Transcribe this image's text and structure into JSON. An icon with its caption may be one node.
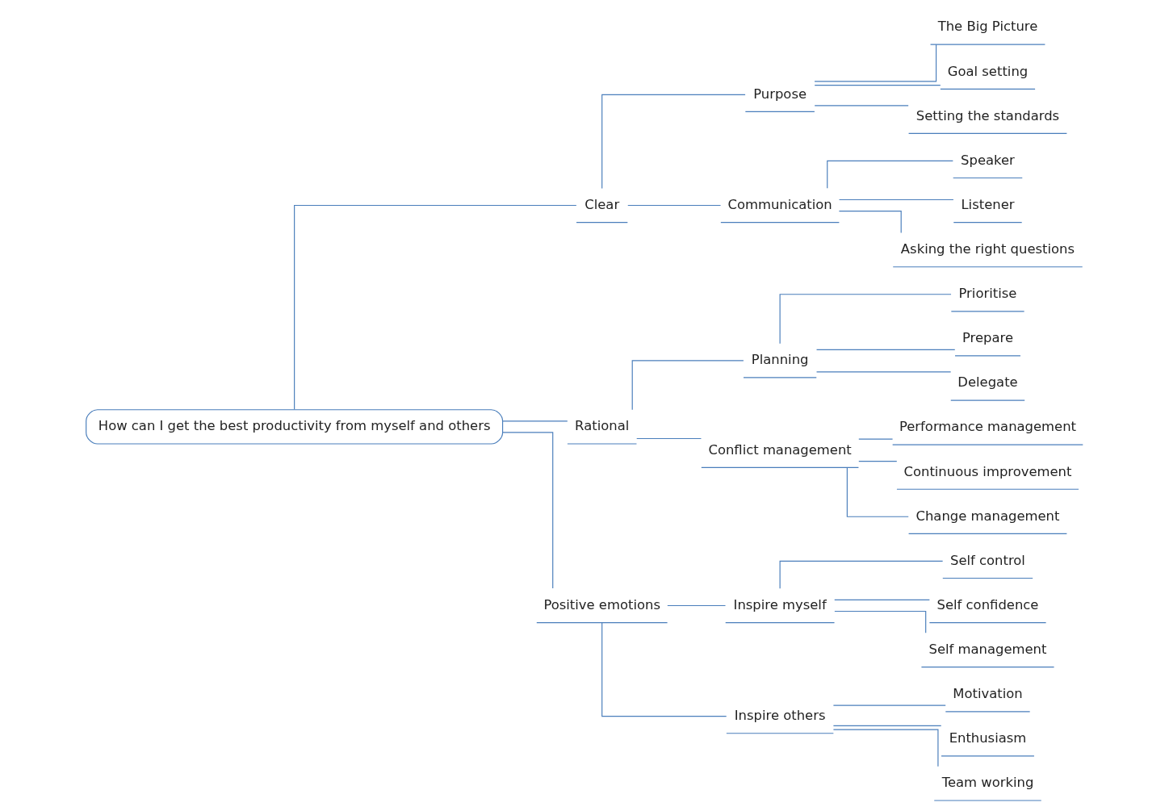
{
  "diagram": {
    "nodes": [
      {
        "text": [
          "How can I get the best productivity from myself and others"
        ]
      },
      {
        "text": [
          "Clear"
        ]
      },
      {
        "text": [
          "Purpose"
        ]
      },
      {
        "text": [
          "The Big Picture"
        ]
      },
      {
        "text": [
          "Goal setting"
        ]
      },
      {
        "text": [
          "Setting the standards"
        ]
      },
      {
        "text": [
          "Communication"
        ]
      },
      {
        "text": [
          "Speaker"
        ]
      },
      {
        "text": [
          "Listener"
        ]
      },
      {
        "text": [
          "Asking the right questions"
        ]
      },
      {
        "text": [
          "Rational"
        ]
      },
      {
        "text": [
          "Planning"
        ]
      },
      {
        "text": [
          "Prioritise"
        ]
      },
      {
        "text": [
          "Prepare"
        ]
      },
      {
        "text": [
          "Delegate"
        ]
      },
      {
        "text": [
          "Conflict management"
        ]
      },
      {
        "text": [
          "Performance management"
        ]
      },
      {
        "text": [
          "Continuous improvement"
        ]
      },
      {
        "text": [
          "Change management"
        ]
      },
      {
        "text": [
          "Positive emotions"
        ]
      },
      {
        "text": [
          "Inspire myself"
        ]
      },
      {
        "text": [
          "Self control"
        ]
      },
      {
        "text": [
          "Self confidence"
        ]
      },
      {
        "text": [
          "Self management"
        ]
      },
      {
        "text": [
          "Inspire others"
        ]
      },
      {
        "text": [
          "Motivation"
        ]
      },
      {
        "text": [
          "Enthusiasm"
        ]
      },
      {
        "text": [
          "Team working"
        ]
      }
    ],
    "edges": [
      {
        "from": 0,
        "to": 1,
        "arrow": "none"
      },
      {
        "from": 1,
        "to": 2,
        "arrow": "none"
      },
      {
        "from": 2,
        "to": 3,
        "arrow": "none"
      },
      {
        "from": 2,
        "to": 4,
        "arrow": "none"
      },
      {
        "from": 2,
        "to": 5,
        "arrow": "none"
      },
      {
        "from": 1,
        "to": 6,
        "arrow": "none"
      },
      {
        "from": 6,
        "to": 7,
        "arrow": "none"
      },
      {
        "from": 6,
        "to": 8,
        "arrow": "none"
      },
      {
        "from": 6,
        "to": 9,
        "arrow": "none"
      },
      {
        "from": 0,
        "to": 10,
        "arrow": "none"
      },
      {
        "from": 10,
        "to": 11,
        "arrow": "none"
      },
      {
        "from": 11,
        "to": 12,
        "arrow": "none"
      },
      {
        "from": 11,
        "to": 13,
        "arrow": "none"
      },
      {
        "from": 11,
        "to": 14,
        "arrow": "none"
      },
      {
        "from": 10,
        "to": 15,
        "arrow": "none"
      },
      {
        "from": 15,
        "to": 16,
        "arrow": "none"
      },
      {
        "from": 15,
        "to": 17,
        "arrow": "none"
      },
      {
        "from": 15,
        "to": 18,
        "arrow": "none"
      },
      {
        "from": 0,
        "to": 19,
        "arrow": "none"
      },
      {
        "from": 19,
        "to": 20,
        "arrow": "none"
      },
      {
        "from": 20,
        "to": 21,
        "arrow": "none"
      },
      {
        "from": 20,
        "to": 22,
        "arrow": "none"
      },
      {
        "from": 20,
        "to": 23,
        "arrow": "none"
      },
      {
        "from": 19,
        "to": 24,
        "arrow": "none"
      },
      {
        "from": 24,
        "to": 25,
        "arrow": "none"
      },
      {
        "from": 24,
        "to": 26,
        "arrow": "none"
      },
      {
        "from": 24,
        "to": 27,
        "arrow": "none"
      }
    ]
  }
}
